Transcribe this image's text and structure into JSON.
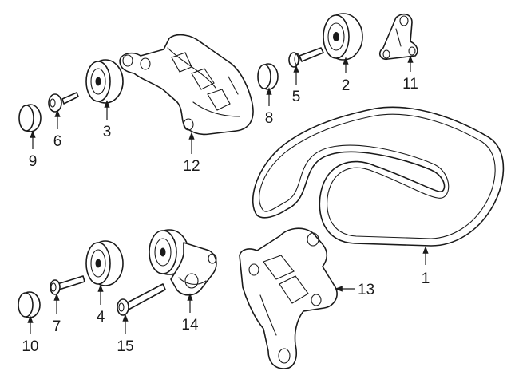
{
  "diagram": {
    "callouts": [
      {
        "id": "1",
        "label": "1"
      },
      {
        "id": "2",
        "label": "2"
      },
      {
        "id": "3",
        "label": "3"
      },
      {
        "id": "4",
        "label": "4"
      },
      {
        "id": "5",
        "label": "5"
      },
      {
        "id": "6",
        "label": "6"
      },
      {
        "id": "7",
        "label": "7"
      },
      {
        "id": "8",
        "label": "8"
      },
      {
        "id": "9",
        "label": "9"
      },
      {
        "id": "10",
        "label": "10"
      },
      {
        "id": "11",
        "label": "11"
      },
      {
        "id": "12",
        "label": "12"
      },
      {
        "id": "13",
        "label": "13"
      },
      {
        "id": "14",
        "label": "14"
      },
      {
        "id": "15",
        "label": "15"
      }
    ],
    "colors": {
      "line": "#1a1a1a",
      "background": "#ffffff"
    }
  }
}
